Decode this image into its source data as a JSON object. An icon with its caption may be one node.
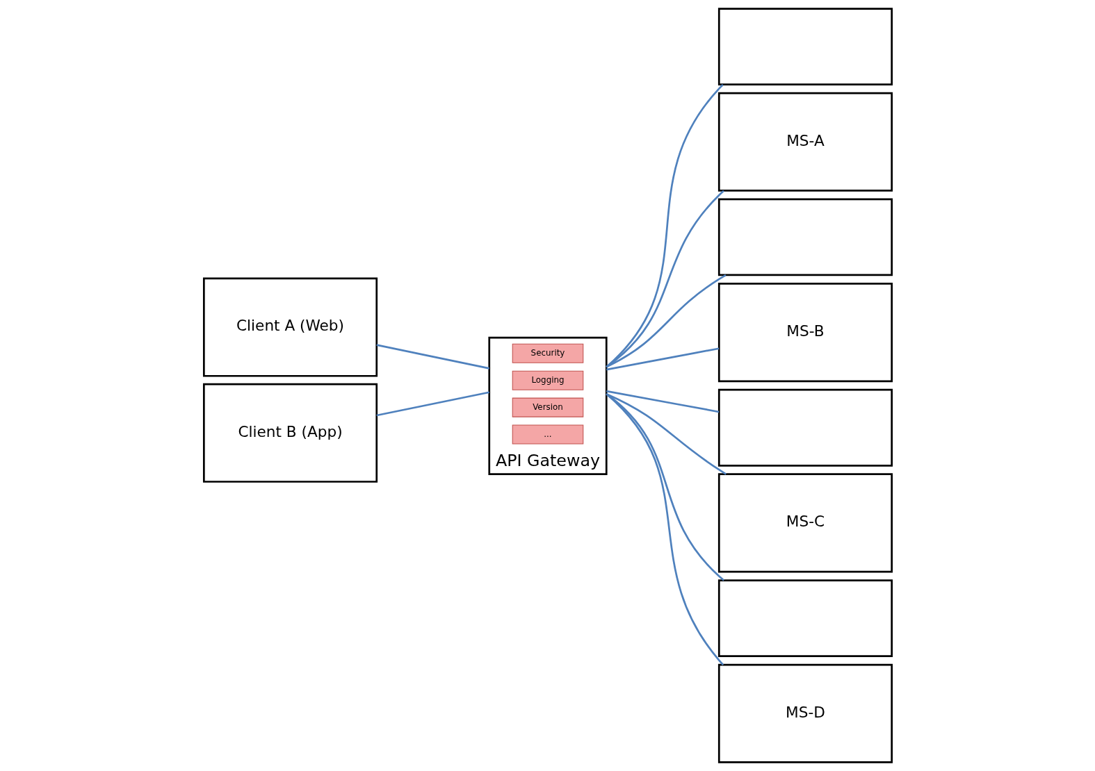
{
  "diagram": {
    "nodes": [
      {
        "text": [
          "Client A (Web)"
        ]
      },
      {
        "text": [
          "Client B (App)"
        ]
      },
      {
        "text": [
          "API Gateway"
        ]
      },
      {
        "text": [
          "Security"
        ],
        "in": 2
      },
      {
        "text": [
          "Logging"
        ],
        "in": 2
      },
      {
        "text": [
          "Version"
        ],
        "in": 2
      },
      {
        "text": [
          "..."
        ],
        "in": 2
      },
      {
        "text": [],
        "shape": "box"
      },
      {
        "text": [
          "MS-A"
        ]
      },
      {
        "text": [],
        "shape": "box"
      },
      {
        "text": [
          "MS-B"
        ]
      },
      {
        "text": [],
        "shape": "box"
      },
      {
        "text": [
          "MS-C"
        ]
      },
      {
        "text": [],
        "shape": "box"
      },
      {
        "text": [
          "MS-D"
        ]
      }
    ],
    "edges": [
      {
        "from": 0,
        "to": 2,
        "arrow": "none"
      },
      {
        "from": 1,
        "to": 2,
        "arrow": "none"
      },
      {
        "from": 2,
        "to": 7,
        "arrow": "none"
      },
      {
        "from": 2,
        "to": 8,
        "arrow": "none"
      },
      {
        "from": 2,
        "to": 9,
        "arrow": "none"
      },
      {
        "from": 2,
        "to": 10,
        "arrow": "none"
      },
      {
        "from": 2,
        "to": 11,
        "arrow": "none"
      },
      {
        "from": 2,
        "to": 12,
        "arrow": "none"
      },
      {
        "from": 2,
        "to": 13,
        "arrow": "none"
      },
      {
        "from": 2,
        "to": 14,
        "arrow": "none"
      }
    ]
  }
}
